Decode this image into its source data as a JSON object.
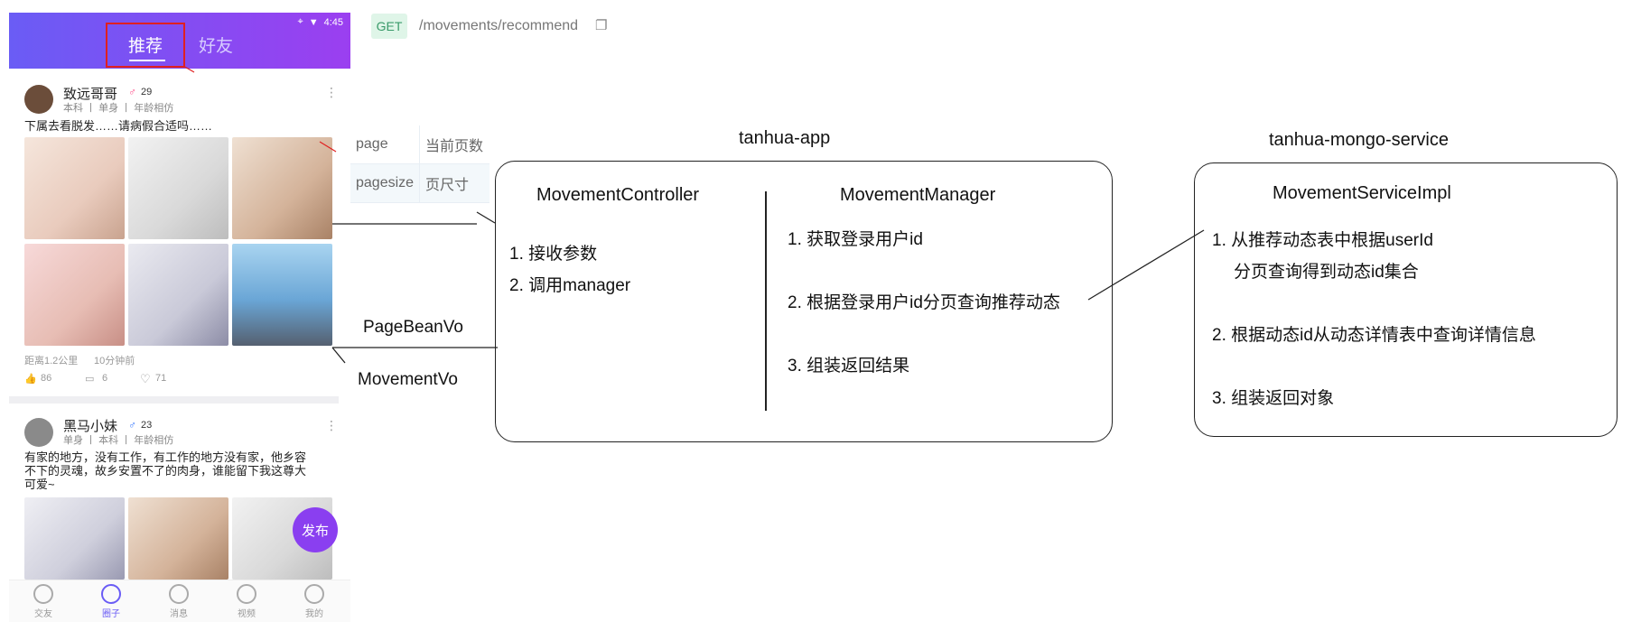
{
  "phone": {
    "status_time": "4:45",
    "tabs": [
      "推荐",
      "好友"
    ],
    "posts": [
      {
        "username": "致远哥哥",
        "gender_icon": "female-icon",
        "age": "29",
        "tags": "本科 丨 单身 丨 年龄相仿",
        "text": "下属去看脱发……请病假合适吗……",
        "distance": "距离1.2公里",
        "time": "10分钟前",
        "likes": "86",
        "comments": "6",
        "loves": "71"
      },
      {
        "username": "黑马小妹",
        "gender_icon": "male-icon",
        "age": "23",
        "tags": "单身 丨 本科 丨 年龄相仿",
        "text_lines": [
          "有家的地方，没有工作，有工作的地方没有家，他乡容",
          "不下的灵魂，故乡安置不了的肉身，谁能留下我这尊大",
          "可爱~"
        ]
      }
    ],
    "fab": "发布",
    "nav": [
      "交友",
      "圈子",
      "消息",
      "视频",
      "我的"
    ]
  },
  "api": {
    "method": "GET",
    "path": "/movements/recommend"
  },
  "params": [
    {
      "key": "page",
      "desc": "当前页数"
    },
    {
      "key": "pagesize",
      "desc": "页尺寸"
    }
  ],
  "diagram": {
    "app_title": "tanhua-app",
    "service_title": "tanhua-mongo-service",
    "controller": {
      "name": "MovementController",
      "steps": [
        "1. 接收参数",
        "2. 调用manager"
      ]
    },
    "manager": {
      "name": "MovementManager",
      "steps": [
        "1. 获取登录用户id",
        "2. 根据登录用户id分页查询推荐动态",
        "3. 组装返回结果"
      ]
    },
    "impl": {
      "name": "MovementServiceImpl",
      "step1_line1": "1. 从推荐动态表中根据userId",
      "step1_line2": "分页查询得到动态id集合",
      "step2": "2. 根据动态id从动态详情表中查询详情信息",
      "step3": "3. 组装返回对象"
    },
    "return_labels": [
      "PageBeanVo",
      "MovementVo"
    ]
  }
}
